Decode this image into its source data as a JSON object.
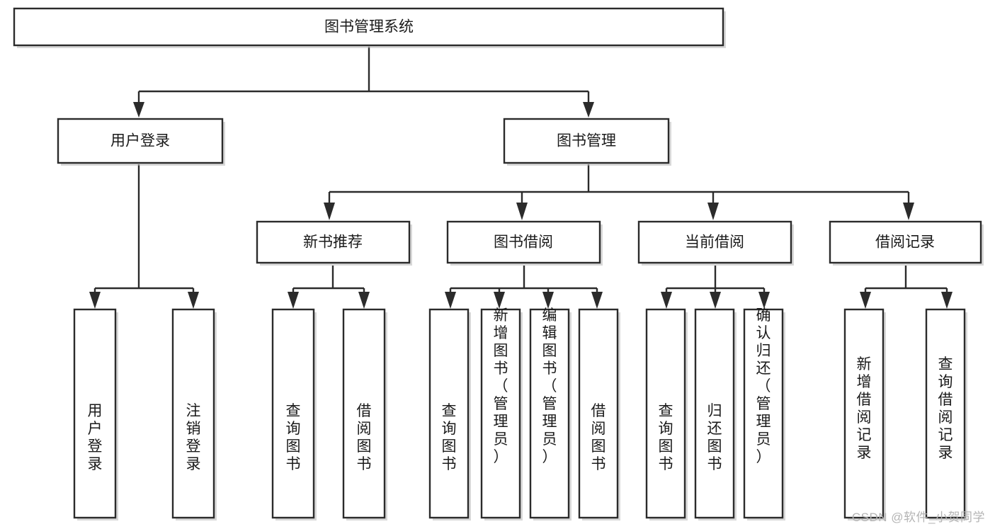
{
  "diagram": {
    "type": "tree-hierarchy",
    "title": "图书管理系统",
    "orientation": "top-down",
    "colors": {
      "box_fill": "#ffffff",
      "box_stroke": "#2b2b2b",
      "text": "#1a1a1a",
      "background": "#ffffff",
      "watermark": "#b4b4b4"
    },
    "root": {
      "label": "图书管理系统",
      "id": "root"
    },
    "level2": [
      {
        "id": "user-login",
        "label": "用户登录"
      },
      {
        "id": "book-management",
        "label": "图书管理"
      }
    ],
    "level3": [
      {
        "id": "new-book-recommend",
        "label": "新书推荐",
        "parent": "book-management"
      },
      {
        "id": "book-borrow",
        "label": "图书借阅",
        "parent": "book-management"
      },
      {
        "id": "current-borrow",
        "label": "当前借阅",
        "parent": "book-management"
      },
      {
        "id": "borrow-record",
        "label": "借阅记录",
        "parent": "book-management"
      }
    ],
    "leaves": {
      "user-login": [
        {
          "id": "leaf-user-login",
          "label": "用户登录"
        },
        {
          "id": "leaf-logout-login",
          "label": "注销登录"
        }
      ],
      "new-book-recommend": [
        {
          "id": "leaf-query-book-1",
          "label": "查询图书"
        },
        {
          "id": "leaf-borrow-book-1",
          "label": "借阅图书"
        }
      ],
      "book-borrow": [
        {
          "id": "leaf-query-book-2",
          "label": "查询图书"
        },
        {
          "id": "leaf-add-book",
          "label": "新增图书（管理员）"
        },
        {
          "id": "leaf-edit-book",
          "label": "编辑图书（管理员）"
        },
        {
          "id": "leaf-borrow-book-2",
          "label": "借阅图书"
        }
      ],
      "current-borrow": [
        {
          "id": "leaf-query-book-3",
          "label": "查询图书"
        },
        {
          "id": "leaf-return-book",
          "label": "归还图书"
        },
        {
          "id": "leaf-confirm-return",
          "label": "确认归还（管理员）"
        }
      ],
      "borrow-record": [
        {
          "id": "leaf-add-record",
          "label": "新增借阅记录"
        },
        {
          "id": "leaf-query-record",
          "label": "查询借阅记录"
        }
      ]
    }
  },
  "watermark": {
    "text": "CSDN @软件_小贺同学"
  }
}
